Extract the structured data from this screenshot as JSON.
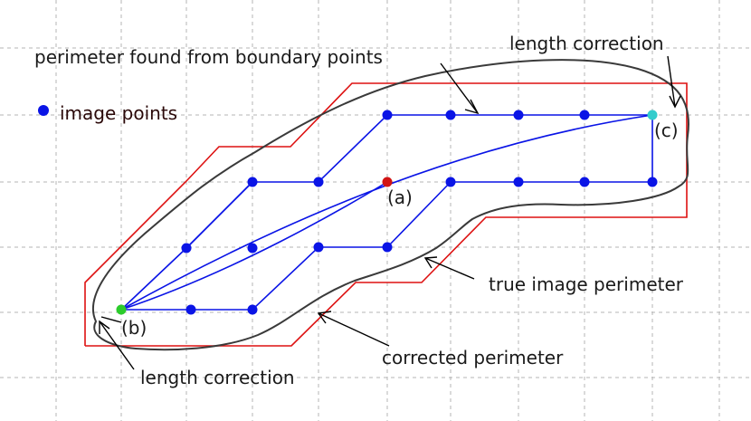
{
  "labels": {
    "perimeter_boundary": "perimeter found from boundary points",
    "length_correction_top": "length correction",
    "image_points": "image points",
    "point_a": "(a)",
    "point_b": "(b)",
    "point_c": "(c)",
    "true_perimeter": "true image perimeter",
    "corrected_perimeter": "corrected perimeter",
    "length_correction_bottom": "length correction"
  },
  "colors": {
    "grid": "#b4b4b4",
    "image_point": "#0a14e6",
    "point_a": "#d21414",
    "point_b": "#2ccc2c",
    "point_c": "#33cccc",
    "corrected_perimeter": "#dd1111",
    "true_perimeter": "#3a3a3a",
    "arrow": "#000000"
  }
}
